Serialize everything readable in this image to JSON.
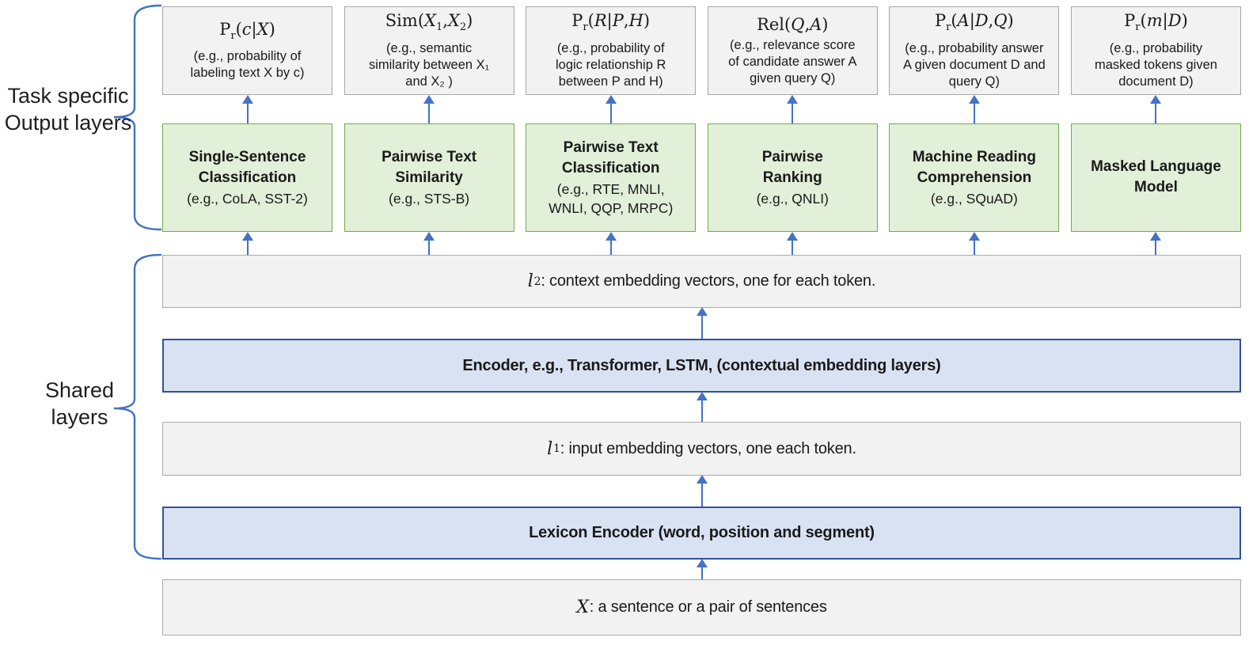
{
  "colors": {
    "accent_blue": "#4472C4",
    "gray_fill": "#F2F2F2",
    "gray_border": "#A6A6A6",
    "green_fill": "#E2EFD9",
    "green_border": "#70AD47",
    "blue_fill": "#D9E2F3",
    "blue_border": "#2F5496",
    "text": "#1A1A1A"
  },
  "labels": {
    "task_specific": {
      "line1": "Task specific",
      "line2": "Output layers"
    },
    "shared": {
      "line1": "Shared",
      "line2": "layers"
    }
  },
  "columns": [
    {
      "output": {
        "formula": [
          {
            "t": "P"
          },
          {
            "t": "r",
            "sub": true
          },
          {
            "t": "("
          },
          {
            "t": "c",
            "i": true
          },
          {
            "t": "|"
          },
          {
            "t": "X",
            "i": true
          },
          {
            "t": ")"
          }
        ],
        "desc_lines": [
          "(e.g., probability of",
          "labeling text X by c)"
        ]
      },
      "task": {
        "title_lines": [
          "Single-Sentence",
          "Classification"
        ],
        "example_lines": [
          "(e.g., CoLA, SST-2)"
        ]
      }
    },
    {
      "output": {
        "formula": [
          {
            "t": "Sim("
          },
          {
            "t": "X",
            "i": true
          },
          {
            "t": "1",
            "sub": true
          },
          {
            "t": ","
          },
          {
            "t": "X",
            "i": true
          },
          {
            "t": "2",
            "sub": true
          },
          {
            "t": ")"
          }
        ],
        "desc_lines": [
          "(e.g., semantic",
          "similarity between X₁",
          "and X₂ )"
        ]
      },
      "task": {
        "title_lines": [
          "Pairwise Text",
          "Similarity"
        ],
        "example_lines": [
          "(e.g., STS-B)"
        ]
      }
    },
    {
      "output": {
        "formula": [
          {
            "t": "P"
          },
          {
            "t": "r",
            "sub": true
          },
          {
            "t": "("
          },
          {
            "t": "R",
            "i": true
          },
          {
            "t": "|"
          },
          {
            "t": "P",
            "i": true
          },
          {
            "t": ","
          },
          {
            "t": "H",
            "i": true
          },
          {
            "t": ")"
          }
        ],
        "desc_lines": [
          "(e.g., probability of",
          "logic relationship R",
          "between P and H)"
        ]
      },
      "task": {
        "title_lines": [
          "Pairwise Text",
          "Classification"
        ],
        "example_lines": [
          "(e.g., RTE, MNLI,",
          "WNLI, QQP, MRPC)"
        ]
      }
    },
    {
      "output": {
        "formula": [
          {
            "t": "Rel("
          },
          {
            "t": "Q",
            "i": true
          },
          {
            "t": ","
          },
          {
            "t": "A",
            "i": true
          },
          {
            "t": ")"
          }
        ],
        "desc_lines": [
          "(e.g., relevance score",
          "of candidate answer A",
          "given query Q)"
        ]
      },
      "task": {
        "title_lines": [
          "Pairwise",
          "Ranking"
        ],
        "example_lines": [
          "(e.g., QNLI)"
        ]
      }
    },
    {
      "output": {
        "formula": [
          {
            "t": "P"
          },
          {
            "t": "r",
            "sub": true
          },
          {
            "t": "("
          },
          {
            "t": "A",
            "i": true
          },
          {
            "t": "|"
          },
          {
            "t": "D",
            "i": true
          },
          {
            "t": ","
          },
          {
            "t": "Q",
            "i": true
          },
          {
            "t": ")"
          }
        ],
        "desc_lines": [
          "(e.g.,  probability answer",
          "A given document D and",
          "query Q)"
        ]
      },
      "task": {
        "title_lines": [
          "Machine Reading",
          "Comprehension"
        ],
        "example_lines": [
          "(e.g., SQuAD)"
        ]
      }
    },
    {
      "output": {
        "formula": [
          {
            "t": "P"
          },
          {
            "t": "r",
            "sub": true
          },
          {
            "t": "("
          },
          {
            "t": "m",
            "i": true
          },
          {
            "t": "|"
          },
          {
            "t": "D",
            "i": true
          },
          {
            "t": ")"
          }
        ],
        "desc_lines": [
          "(e.g.,  probability",
          "masked tokens given",
          "document D)"
        ]
      },
      "task": {
        "title_lines": [
          "Masked Language",
          "Model"
        ],
        "example_lines": []
      }
    }
  ],
  "shared_layers": [
    {
      "kind": "gray",
      "var": "l",
      "sub": "2",
      "text": ": context embedding vectors, one for each token."
    },
    {
      "kind": "blue",
      "text": "Encoder, e.g., Transformer, LSTM, (contextual embedding layers)"
    },
    {
      "kind": "gray",
      "var": "l",
      "sub": "1",
      "text": ": input embedding vectors, one each token."
    },
    {
      "kind": "blue",
      "text": "Lexicon Encoder (word, position and segment)"
    },
    {
      "kind": "gray",
      "var": "X",
      "sub": "",
      "text": ": a sentence or a pair of sentences"
    }
  ]
}
